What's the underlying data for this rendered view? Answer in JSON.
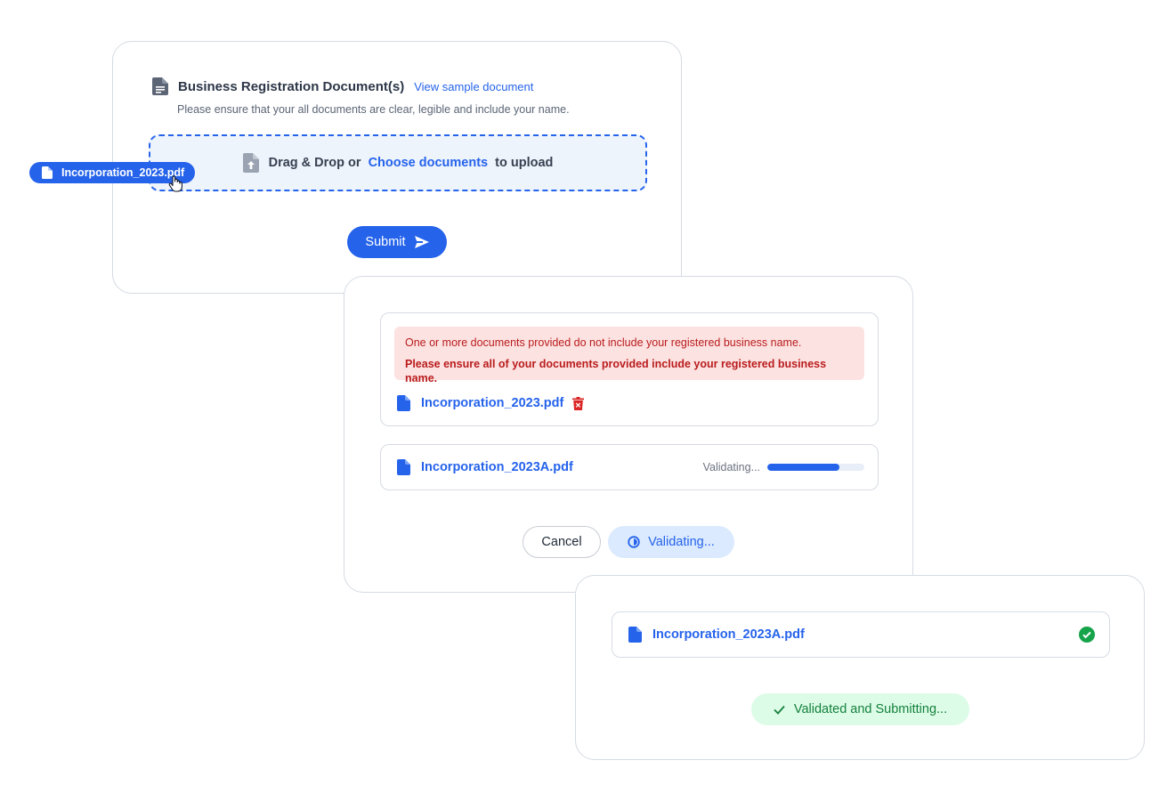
{
  "upload_card": {
    "title": "Business Registration Document(s)",
    "sample_link": "View sample document",
    "hint": "Please ensure that your all documents are clear, legible and include your name.",
    "dropzone": {
      "text_before": "Drag & Drop or",
      "link": "Choose documents",
      "text_after": "to upload"
    },
    "submit_label": "Submit",
    "dragged_file": "Incorporation_2023.pdf"
  },
  "validate_card": {
    "error": {
      "line1": "One or more documents provided do not include your registered business name.",
      "line2": "Please ensure all of your documents provided include your registered business name."
    },
    "rejected_file": "Incorporation_2023.pdf",
    "pending_file": "Incorporation_2023A.pdf",
    "progress_label": "Validating...",
    "progress_fraction": 0.74,
    "cancel_label": "Cancel",
    "validating_label": "Validating..."
  },
  "success_card": {
    "file": "Incorporation_2023A.pdf",
    "status_label": "Validated and Submitting..."
  },
  "colors": {
    "primary": "#2563eb",
    "error_bg": "#fde2e2",
    "error_text": "#b91c1c",
    "success_bg": "#dcfce7",
    "success_text": "#15803d",
    "icon_gray": "#6b7280"
  },
  "icons": {
    "document": "document-icon",
    "upload": "file-upload-icon",
    "send": "send-icon",
    "trash": "trash-icon",
    "spinner": "spinner-icon",
    "check_circle": "check-circle-icon",
    "check": "check-icon",
    "cursor": "grab-cursor-icon"
  }
}
